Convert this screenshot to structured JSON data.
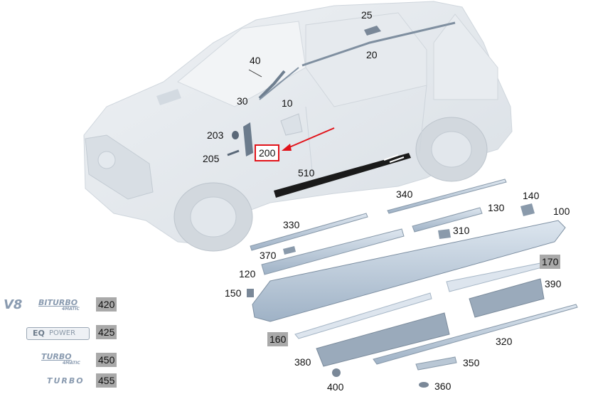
{
  "parts": [
    {
      "id": "p25",
      "text": "25",
      "style": "plain"
    },
    {
      "id": "p20",
      "text": "20",
      "style": "plain"
    },
    {
      "id": "p40",
      "text": "40",
      "style": "plain"
    },
    {
      "id": "p30",
      "text": "30",
      "style": "plain"
    },
    {
      "id": "p10",
      "text": "10",
      "style": "plain"
    },
    {
      "id": "p203",
      "text": "203",
      "style": "plain"
    },
    {
      "id": "p205",
      "text": "205",
      "style": "plain"
    },
    {
      "id": "p200",
      "text": "200",
      "style": "selected"
    },
    {
      "id": "p510",
      "text": "510",
      "style": "plain"
    },
    {
      "id": "p340",
      "text": "340",
      "style": "plain"
    },
    {
      "id": "p140",
      "text": "140",
      "style": "plain"
    },
    {
      "id": "p130",
      "text": "130",
      "style": "plain"
    },
    {
      "id": "p100",
      "text": "100",
      "style": "plain"
    },
    {
      "id": "p330",
      "text": "330",
      "style": "plain"
    },
    {
      "id": "p310",
      "text": "310",
      "style": "plain"
    },
    {
      "id": "p370",
      "text": "370",
      "style": "plain"
    },
    {
      "id": "p170",
      "text": "170",
      "style": "grey"
    },
    {
      "id": "p120",
      "text": "120",
      "style": "plain"
    },
    {
      "id": "p390",
      "text": "390",
      "style": "plain"
    },
    {
      "id": "p150",
      "text": "150",
      "style": "plain"
    },
    {
      "id": "p420",
      "text": "420",
      "style": "grey"
    },
    {
      "id": "p425",
      "text": "425",
      "style": "grey"
    },
    {
      "id": "p160",
      "text": "160",
      "style": "grey"
    },
    {
      "id": "p320",
      "text": "320",
      "style": "plain"
    },
    {
      "id": "p450",
      "text": "450",
      "style": "grey"
    },
    {
      "id": "p380",
      "text": "380",
      "style": "plain"
    },
    {
      "id": "p350",
      "text": "350",
      "style": "plain"
    },
    {
      "id": "p455",
      "text": "455",
      "style": "grey"
    },
    {
      "id": "p400",
      "text": "400",
      "style": "plain"
    },
    {
      "id": "p360",
      "text": "360",
      "style": "plain"
    }
  ],
  "badges": {
    "v8": "V8",
    "biturbo": "BITURBO",
    "fourmatic": "4MATIC",
    "eq": "EQ",
    "power": "POWER",
    "turbo1": "TURBO",
    "fourmatic2": "4MATIC",
    "turbo2": "TURBO"
  },
  "colors": {
    "selection": "#e1131a",
    "part_fill": "#c9d6e3",
    "car_fill": "#e4e9ee",
    "grey_tag": "#a9a9a9"
  }
}
